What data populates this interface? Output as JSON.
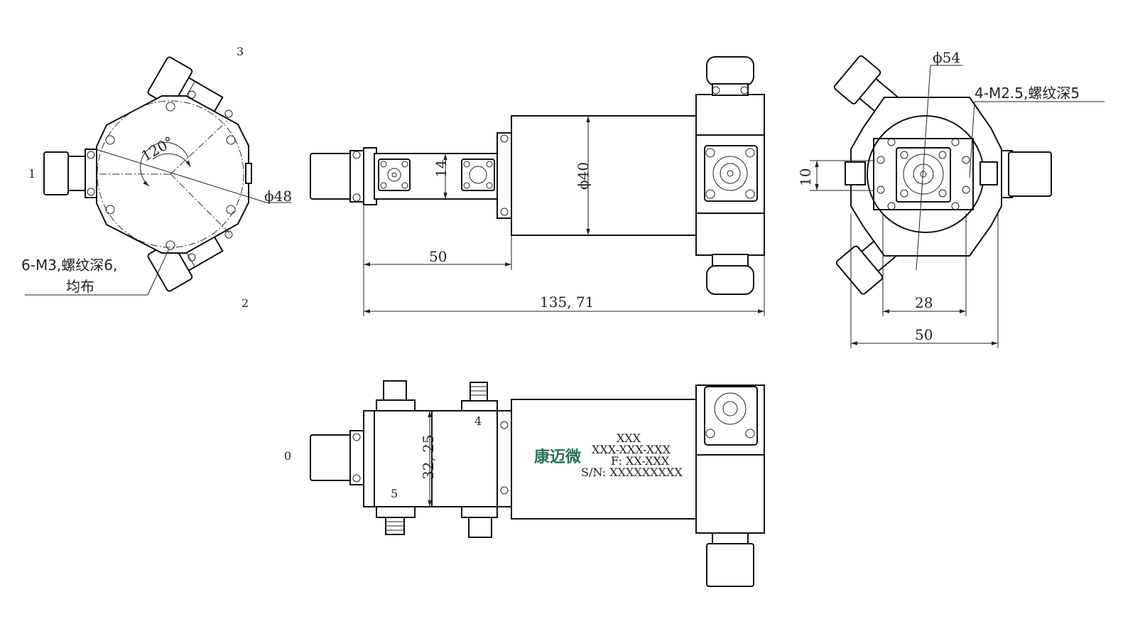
{
  "ports": {
    "p1": "1",
    "p2": "2",
    "p3": "3",
    "p0": "0",
    "p4": "4",
    "p5": "5"
  },
  "dimensions": {
    "angle": "120°",
    "dia48": "ϕ48",
    "holes_m3": "6-M3,螺纹深6,",
    "holes_m3_2": "均布",
    "d14": "14",
    "dia40": "ϕ40",
    "d50_side": "50",
    "d135": "135, 71",
    "dia54": "ϕ54",
    "holes_m25": "4-M2.5,螺纹深5",
    "d10": "10",
    "d28": "28",
    "d50_end": "50",
    "d3225": "32, 25"
  },
  "label_plate": {
    "logo": "康迈微",
    "line1": "XXX",
    "line2": "XXX-XXX-XXX",
    "line3": "F: XX-XXX",
    "line4": "S/N: XXXXXXXXX"
  }
}
